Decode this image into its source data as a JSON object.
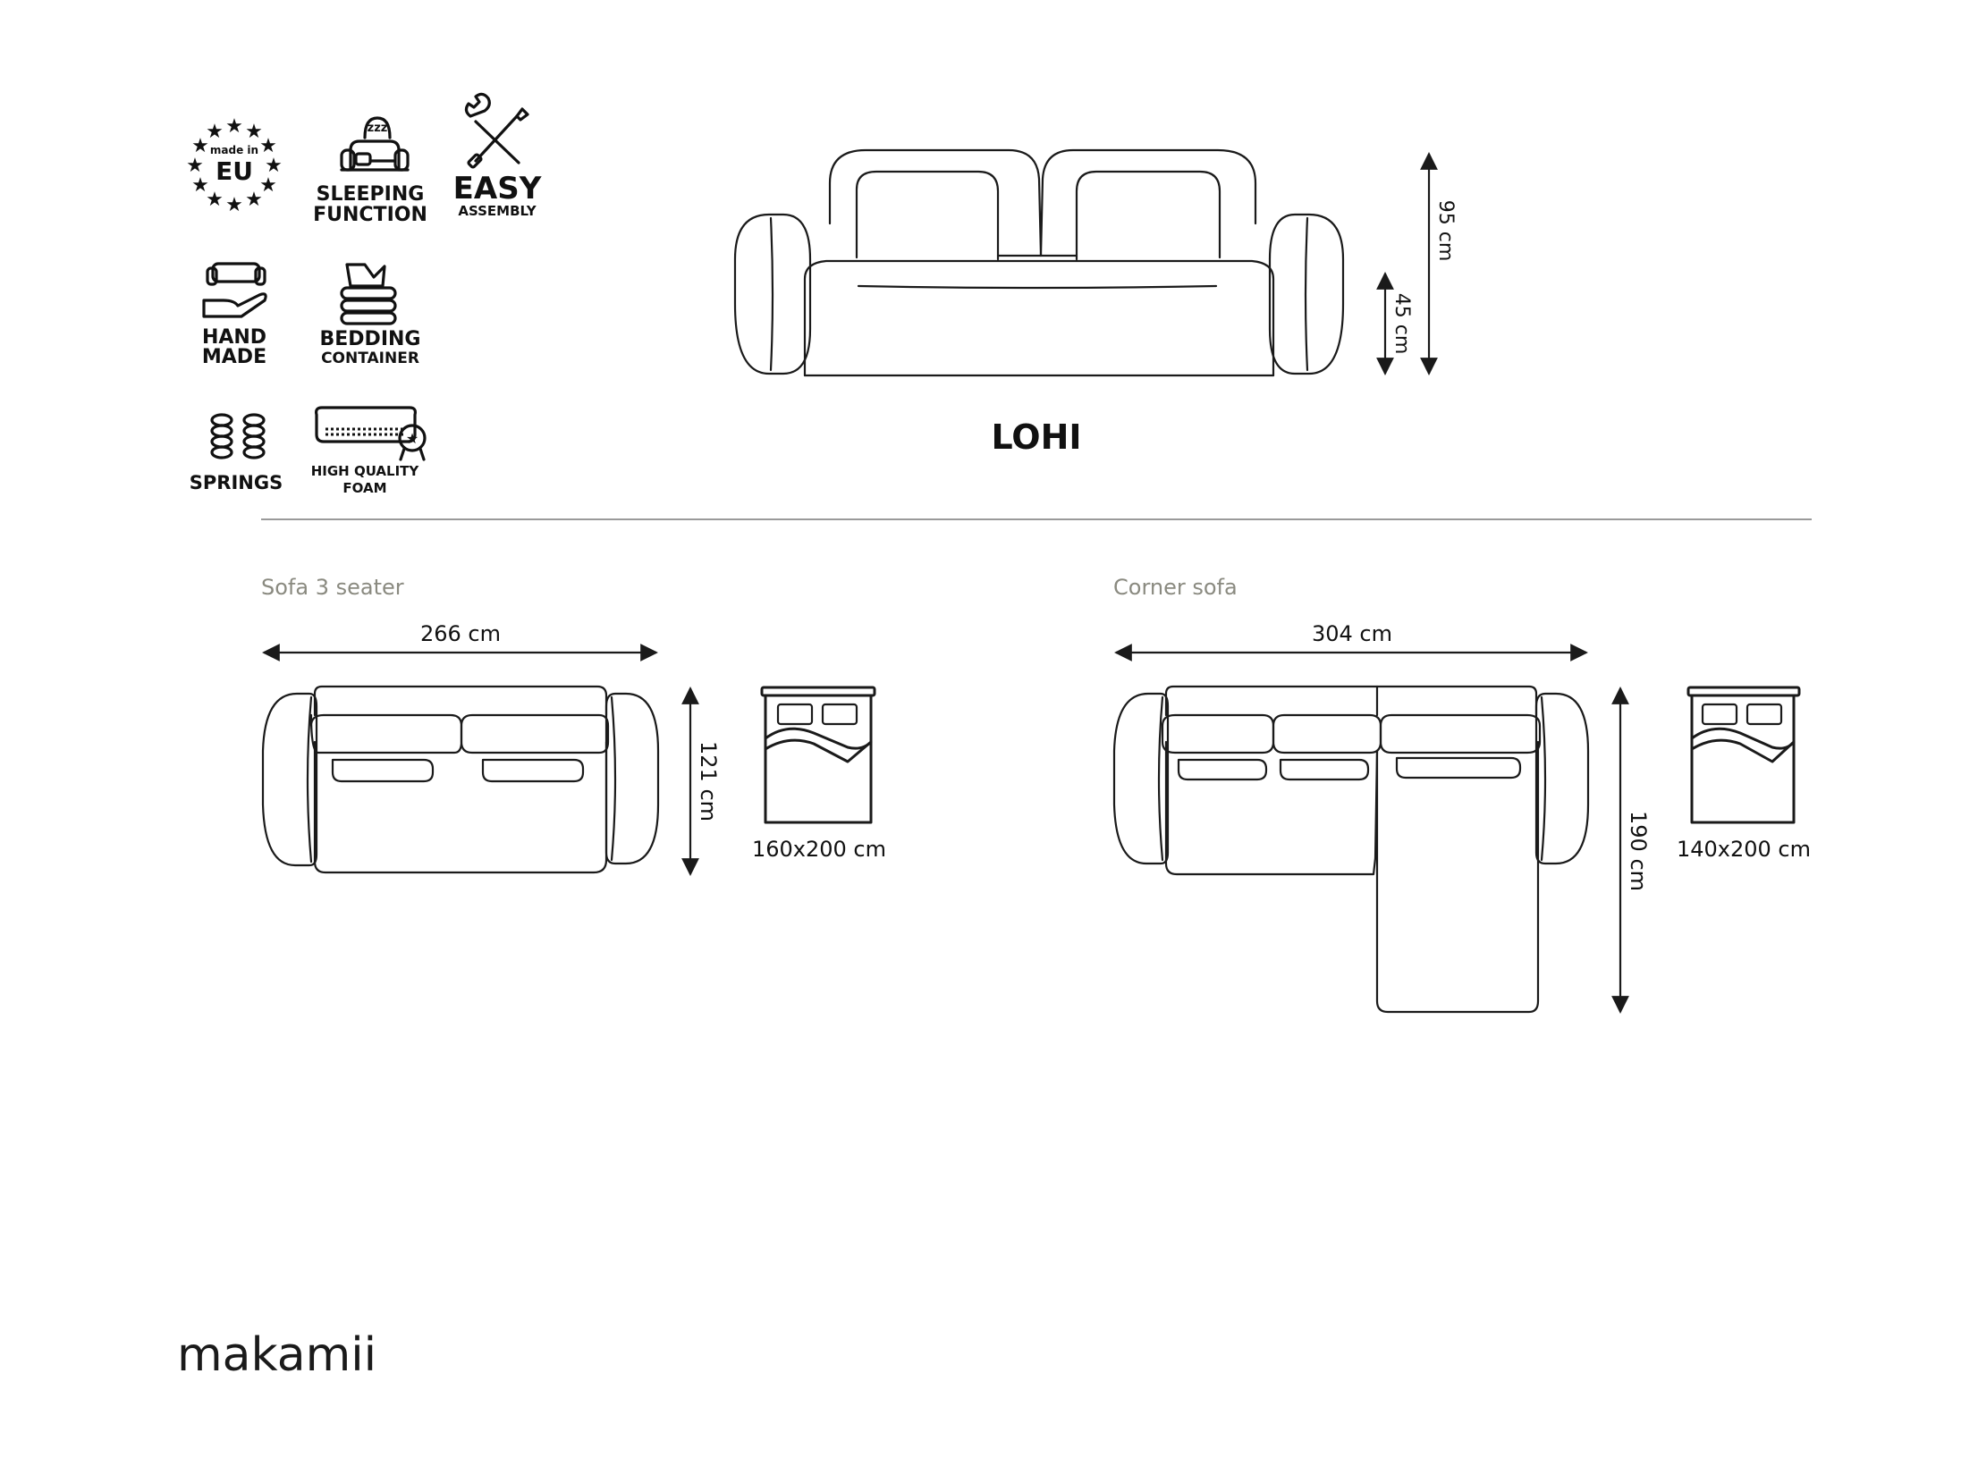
{
  "features": {
    "made_in_small": "made in",
    "made_in_big": "EU",
    "sleeping_1": "SLEEPING",
    "sleeping_2": "FUNCTION",
    "easy_1": "EASY",
    "easy_2": "ASSEMBLY",
    "hand_1": "HAND",
    "hand_2": "MADE",
    "bedding_1": "BEDDING",
    "bedding_2": "CONTAINER",
    "springs": "SPRINGS",
    "foam_1": "HIGH QUALITY",
    "foam_2": "FOAM"
  },
  "product": {
    "name": "LOHI",
    "height_total": "95 cm",
    "height_seat": "45 cm"
  },
  "sofa3": {
    "title": "Sofa 3 seater",
    "width": "266 cm",
    "depth": "121 cm",
    "bed": "160x200 cm"
  },
  "corner": {
    "title": "Corner sofa",
    "width": "304 cm",
    "depth": "190 cm",
    "bed": "140x200 cm"
  },
  "brand": {
    "logo": "makamii"
  },
  "colors": {
    "line": "#1a1a1a",
    "section_title": "#8a8a80",
    "divider": "#9a9a9a"
  }
}
